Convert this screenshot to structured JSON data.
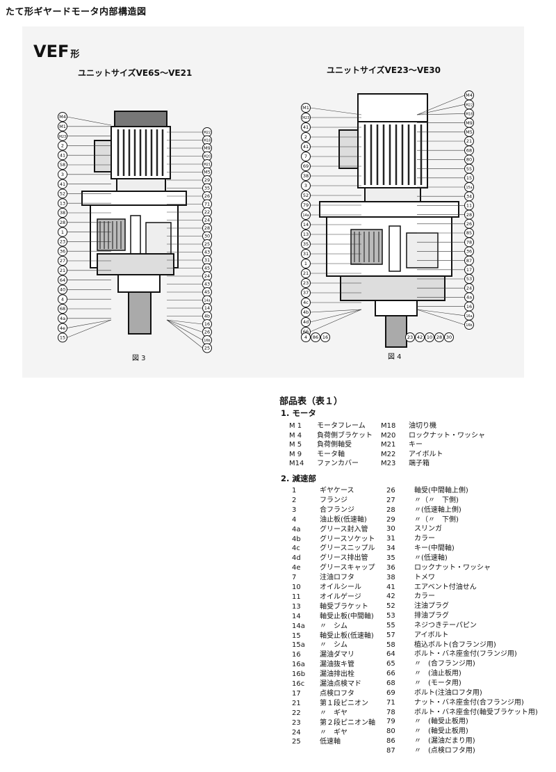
{
  "page_title": "たて形ギヤードモータ内部構造図",
  "model": {
    "name": "VEF",
    "suffix": "形"
  },
  "figures": [
    {
      "unit_label": "ユニットサイズVE6S～VE21",
      "caption": "図 3",
      "left_callouts": [
        "M4",
        "M1",
        "M23",
        "2",
        "41",
        "58",
        "3",
        "41",
        "52",
        "13",
        "38",
        "28",
        "1",
        "23",
        "36",
        "27",
        "21",
        "64",
        "40",
        "4",
        "68",
        "4a",
        "4e",
        "15"
      ],
      "right_callouts": [
        "M22",
        "M18",
        "M9",
        "M20",
        "M21",
        "M5",
        "29",
        "35",
        "26",
        "71",
        "22",
        "24",
        "28",
        "30",
        "25",
        "43",
        "31",
        "45",
        "24",
        "43",
        "45",
        "14a",
        "14",
        "4b",
        "16",
        "26",
        "16b",
        "25"
      ]
    },
    {
      "unit_label": "ユニットサイズVE23～VE30",
      "caption": "図 4",
      "left_callouts": [
        "M1",
        "M23",
        "41",
        "2",
        "41",
        "7",
        "69",
        "38",
        "3",
        "52",
        "79",
        "14a",
        "14",
        "13",
        "35",
        "31",
        "1",
        "21",
        "23",
        "37",
        "4c",
        "4b",
        "4d",
        "66"
      ],
      "right_callouts": [
        "M4",
        "M22",
        "M18",
        "M9",
        "M5",
        "21",
        "68",
        "80",
        "55",
        "15",
        "15a",
        "34",
        "11",
        "28",
        "26",
        "85",
        "78",
        "36",
        "87",
        "17",
        "53",
        "24",
        "4a",
        "16",
        "16a",
        "16b"
      ],
      "bottom_callouts": [
        "4",
        "86",
        "16",
        "23",
        "42",
        "10",
        "28",
        "30"
      ]
    }
  ],
  "parts_title": "部品表（表１）",
  "section1": {
    "title": "1. モータ",
    "left": [
      {
        "no": "M 1",
        "name": "モータフレーム"
      },
      {
        "no": "M 4",
        "name": "負荷側ブラケット"
      },
      {
        "no": "M 5",
        "name": "負荷側軸受"
      },
      {
        "no": "M 9",
        "name": "モータ軸"
      },
      {
        "no": "M14",
        "name": "ファンカバー"
      }
    ],
    "right": [
      {
        "no": "M18",
        "name": "油切り機"
      },
      {
        "no": "M20",
        "name": "ロックナット・ワッシャ"
      },
      {
        "no": "M21",
        "name": "キー"
      },
      {
        "no": "M22",
        "name": "アイボルト"
      },
      {
        "no": "M23",
        "name": "端子箱"
      }
    ]
  },
  "section2": {
    "title": "2. 減速部",
    "left": [
      {
        "no": "1",
        "name": "ギヤケース"
      },
      {
        "no": "2",
        "name": "フランジ"
      },
      {
        "no": "3",
        "name": "合フランジ"
      },
      {
        "no": "4",
        "name": "油止板(低速軸)"
      },
      {
        "no": "4a",
        "name": "グリース封入管"
      },
      {
        "no": "4b",
        "name": "グリースソケット"
      },
      {
        "no": "4c",
        "name": "グリースニップル"
      },
      {
        "no": "4d",
        "name": "グリース排出管"
      },
      {
        "no": "4e",
        "name": "グリースキャップ"
      },
      {
        "no": "7",
        "name": "注油ロフタ"
      },
      {
        "no": "10",
        "name": "オイルシール"
      },
      {
        "no": "11",
        "name": "オイルゲージ"
      },
      {
        "no": "13",
        "name": "軸受ブラケット"
      },
      {
        "no": "14",
        "name": "軸受止板(中間軸)"
      },
      {
        "no": "14a",
        "name": "〃　シム"
      },
      {
        "no": "15",
        "name": "軸受止板(低速軸)"
      },
      {
        "no": "15a",
        "name": "〃　シム"
      },
      {
        "no": "16",
        "name": "漏油ダマリ"
      },
      {
        "no": "16a",
        "name": "漏油抜キ管"
      },
      {
        "no": "16b",
        "name": "漏油排出栓"
      },
      {
        "no": "16c",
        "name": "漏油点検マド"
      },
      {
        "no": "17",
        "name": "点検ロフタ"
      },
      {
        "no": "21",
        "name": "第１段ピニオン"
      },
      {
        "no": "22",
        "name": "〃　ギヤ"
      },
      {
        "no": "23",
        "name": "第２段ピニオン軸"
      },
      {
        "no": "24",
        "name": "〃　ギヤ"
      },
      {
        "no": "25",
        "name": "低速軸"
      }
    ],
    "right": [
      {
        "no": "26",
        "name": "軸受(中間軸上側)"
      },
      {
        "no": "27",
        "name": "〃（〃　下側)"
      },
      {
        "no": "28",
        "name": "〃(低速軸上側)"
      },
      {
        "no": "29",
        "name": "〃（〃　下側)"
      },
      {
        "no": "30",
        "name": "スリンガ"
      },
      {
        "no": "31",
        "name": "カラー"
      },
      {
        "no": "34",
        "name": "キー(中間軸)"
      },
      {
        "no": "35",
        "name": "〃(低速軸)"
      },
      {
        "no": "36",
        "name": "ロックナット・ワッシャ"
      },
      {
        "no": "38",
        "name": "トメワ"
      },
      {
        "no": "41",
        "name": "エアベント付油せん"
      },
      {
        "no": "42",
        "name": "カラー"
      },
      {
        "no": "52",
        "name": "注油プラグ"
      },
      {
        "no": "53",
        "name": "排油プラグ"
      },
      {
        "no": "55",
        "name": "ネジつきテーパピン"
      },
      {
        "no": "57",
        "name": "アイボルト"
      },
      {
        "no": "58",
        "name": "植込ボルト(合フランジ用)"
      },
      {
        "no": "64",
        "name": "ボルト・バネ座金付(フランジ用)"
      },
      {
        "no": "65",
        "name": "〃　(合フランジ用)"
      },
      {
        "no": "66",
        "name": "〃　(油止板用)"
      },
      {
        "no": "68",
        "name": "〃　(モータ用)"
      },
      {
        "no": "69",
        "name": "ボルト(注油ロフタ用)"
      },
      {
        "no": "71",
        "name": "ナット・バネ座金付(合フランジ用)"
      },
      {
        "no": "78",
        "name": "ボルト・バネ座金付(軸受ブラケット用)"
      },
      {
        "no": "79",
        "name": "〃　(軸受止板用)"
      },
      {
        "no": "80",
        "name": "〃　(軸受止板用)"
      },
      {
        "no": "86",
        "name": "〃　(漏油だまり用)"
      },
      {
        "no": "87",
        "name": "〃　(点検ロフタ用)"
      }
    ]
  }
}
